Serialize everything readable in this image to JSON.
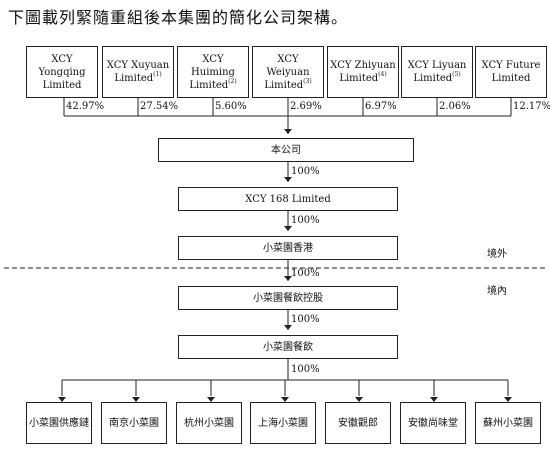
{
  "heading": "下圖載列緊隨重組後本集團的簡化公司架構。",
  "shareholders": [
    {
      "name": "XCY Yongqing Limited",
      "note": "",
      "percent": "42.97%"
    },
    {
      "name": "XCY Xuyuan Limited",
      "note": "(1)",
      "percent": "27.54%"
    },
    {
      "name": "XCY Huiming Limited",
      "note": "(2)",
      "percent": "5.60%"
    },
    {
      "name": "XCY Weiyuan Limited",
      "note": "(3)",
      "percent": "2.69%"
    },
    {
      "name": "XCY Zhiyuan Limited",
      "note": "(4)",
      "percent": "6.97%"
    },
    {
      "name": "XCY Liyuan Limited",
      "note": "(5)",
      "percent": "2.06%"
    },
    {
      "name": "XCY Future Limited",
      "note": "",
      "percent": "12.17%"
    }
  ],
  "company": "本公司",
  "chain": [
    {
      "percent": "100%",
      "name": "XCY 168 Limited"
    },
    {
      "percent": "100%",
      "name": "小菜園香港"
    },
    {
      "percent": "100%",
      "name": "小菜園餐飲控股"
    },
    {
      "percent": "100%",
      "name": "小菜園餐飲"
    }
  ],
  "subsidiaries_percent": "100%",
  "subsidiaries": [
    "小菜園供應鏈",
    "南京小菜園",
    "杭州小菜園",
    "上海小菜園",
    "安徽觀郎",
    "安徽尚味堂",
    "蘇州小菜園"
  ],
  "regions": {
    "offshore": "境外",
    "onshore": "境內"
  }
}
